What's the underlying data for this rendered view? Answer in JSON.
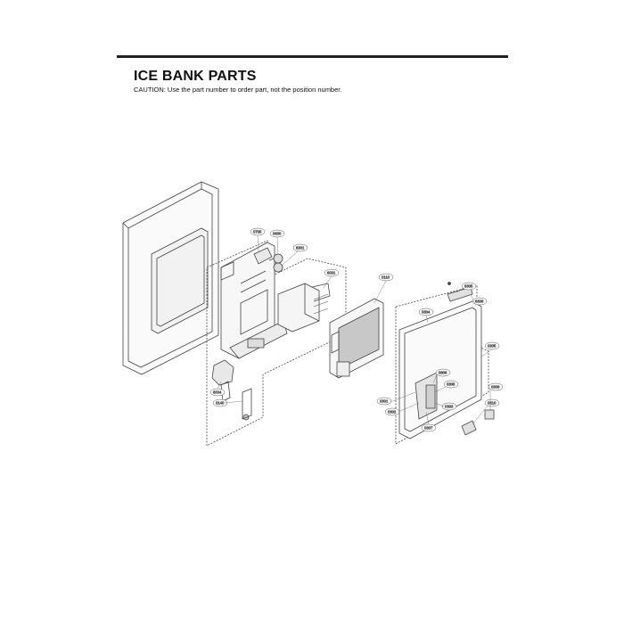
{
  "header": {
    "title": "ICE BANK PARTS",
    "caution": "CAUTION: Use the part number to order part, not the position number."
  },
  "diagram": {
    "callouts": [
      {
        "id": "c1",
        "label": "0705"
      },
      {
        "id": "c2",
        "label": "0600"
      },
      {
        "id": "c3",
        "label": "6301"
      },
      {
        "id": "c4",
        "label": "6001"
      },
      {
        "id": "c5",
        "label": "0110"
      },
      {
        "id": "c6",
        "label": "6305"
      },
      {
        "id": "c7",
        "label": "6306"
      },
      {
        "id": "c8",
        "label": "0304"
      },
      {
        "id": "c9",
        "label": "0305"
      },
      {
        "id": "c10",
        "label": "0806"
      },
      {
        "id": "c11",
        "label": "0308"
      },
      {
        "id": "c12",
        "label": "0309"
      },
      {
        "id": "c13",
        "label": "0301"
      },
      {
        "id": "c14",
        "label": "0302"
      },
      {
        "id": "c15",
        "label": "0303"
      },
      {
        "id": "c16",
        "label": "0310"
      },
      {
        "id": "c17",
        "label": "0307"
      },
      {
        "id": "c18",
        "label": "6004"
      },
      {
        "id": "c19",
        "label": "0140"
      }
    ]
  }
}
